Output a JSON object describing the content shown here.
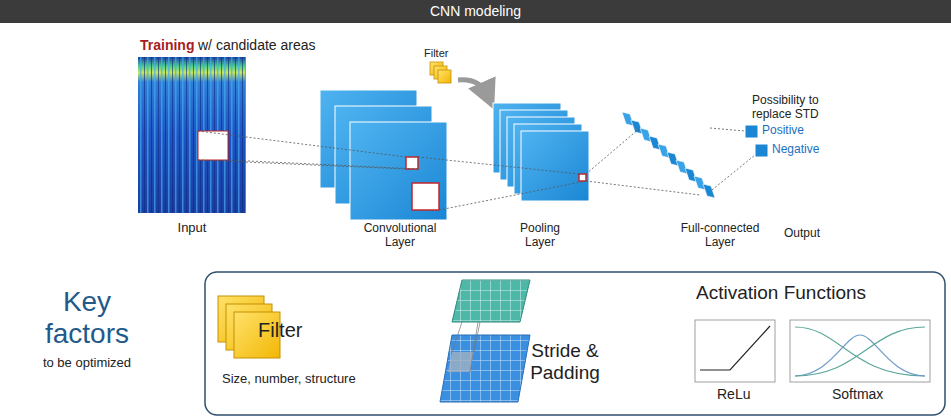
{
  "diagram": {
    "title": "CNN modeling",
    "labels": [
      "Training",
      "w/ candidate areas",
      "Filter",
      "Possibility to replace STD",
      "Positive",
      "Negative",
      "Input",
      "Convolutional Layer",
      "Pooling Layer",
      "Full-connected Layer",
      "Output",
      "Key factors",
      "to be optimized",
      "Filter",
      "Size, number, structure",
      "Stride & Padding",
      "Activation Functions",
      "ReLu",
      "Softmax"
    ]
  }
}
